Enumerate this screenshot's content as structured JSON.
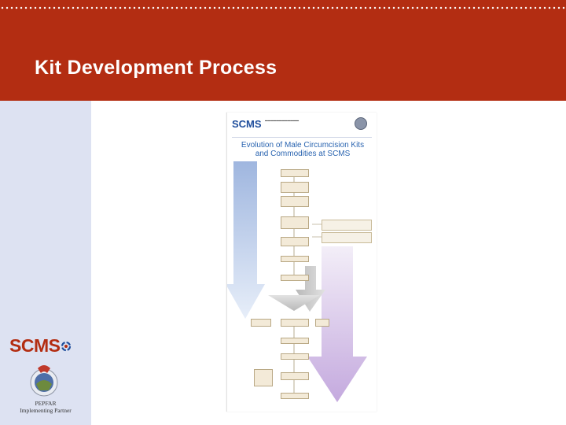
{
  "slide": {
    "title": "Kit Development Process",
    "colors": {
      "header": "#b32d12",
      "sidebar": "#dde2f2"
    }
  },
  "branding": {
    "logo_text": "SCMS",
    "logo_icon": "circular-arrows-icon",
    "partner_emblem": "pepfar-emblem-icon",
    "partner_caption_line1": "PEPFAR",
    "partner_caption_line2": "Implementing Partner"
  }
}
